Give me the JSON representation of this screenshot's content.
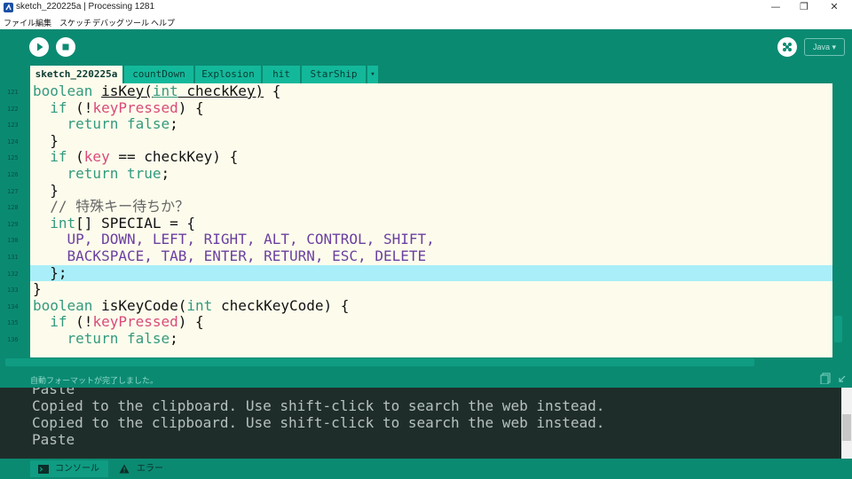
{
  "window": {
    "title": "sketch_220225a | Processing 1281",
    "minimize": "—",
    "maximize": "❐",
    "close": "✕"
  },
  "menu": [
    "ファイル",
    "編集",
    "スケッチ",
    "デバッグ",
    "ツール",
    "ヘルプ"
  ],
  "toolbar": {
    "mode": "Java ▾"
  },
  "tabs": [
    "sketch_220225a",
    "countDown",
    "Explosion",
    "hit",
    "StarShip"
  ],
  "tab_menu": "▾",
  "editor": {
    "current_line": 132,
    "lines": [
      {
        "n": "121"
      },
      {
        "n": "122"
      },
      {
        "n": "123"
      },
      {
        "n": "124"
      },
      {
        "n": "125"
      },
      {
        "n": "126"
      },
      {
        "n": "127"
      },
      {
        "n": "128"
      },
      {
        "n": "129"
      },
      {
        "n": "130"
      },
      {
        "n": "131"
      },
      {
        "n": "132"
      },
      {
        "n": "133"
      },
      {
        "n": "134"
      },
      {
        "n": "135"
      },
      {
        "n": "136"
      }
    ],
    "tokens": {
      "l121": [
        "boolean",
        " ",
        "isKey(",
        "int",
        " checkKey)",
        " {"
      ],
      "l122": [
        "  ",
        "if",
        " (!",
        "keyPressed",
        ") {"
      ],
      "l123": [
        "    ",
        "return",
        " ",
        "false",
        ";"
      ],
      "l124": [
        "  }"
      ],
      "l125": [
        "  ",
        "if",
        " (",
        "key",
        " == checkKey) {"
      ],
      "l126": [
        "    ",
        "return",
        " ",
        "true",
        ";"
      ],
      "l127": [
        "  }"
      ],
      "l128": [
        "  // 特殊キー待ちか？"
      ],
      "l129": [
        "  ",
        "int",
        "[] SPECIAL = {"
      ],
      "l130": [
        "    ",
        "UP, DOWN, LEFT, RIGHT, ALT, CONTROL, SHIFT,"
      ],
      "l131": [
        "    ",
        "BACKSPACE, TAB, ENTER, RETURN, ESC, DELETE"
      ],
      "l132": [
        "  };"
      ],
      "l133": [
        "}"
      ],
      "l134": [
        "boolean",
        " isKeyCode(",
        "int",
        " checkKeyCode) {"
      ],
      "l135": [
        "  ",
        "if",
        " (!",
        "keyPressed",
        ") {"
      ],
      "l136": [
        "    ",
        "return",
        " ",
        "false",
        ";"
      ]
    }
  },
  "status": "自動フォーマットが完了しました。",
  "console": {
    "lines": [
      "Paste",
      "Copied to the clipboard. Use shift-click to search the web instead.",
      "Copied to the clipboard. Use shift-click to search the web instead.",
      "Paste"
    ]
  },
  "footer": {
    "console_tab": "コンソール",
    "error_tab": "エラー"
  },
  "colors": {
    "accent": "#0b8a72",
    "editor_bg": "#fdfcec",
    "current_line": "#a9eef8",
    "keyword": "#33997e",
    "variable": "#d94a7a",
    "constant": "#6b3fa0"
  }
}
